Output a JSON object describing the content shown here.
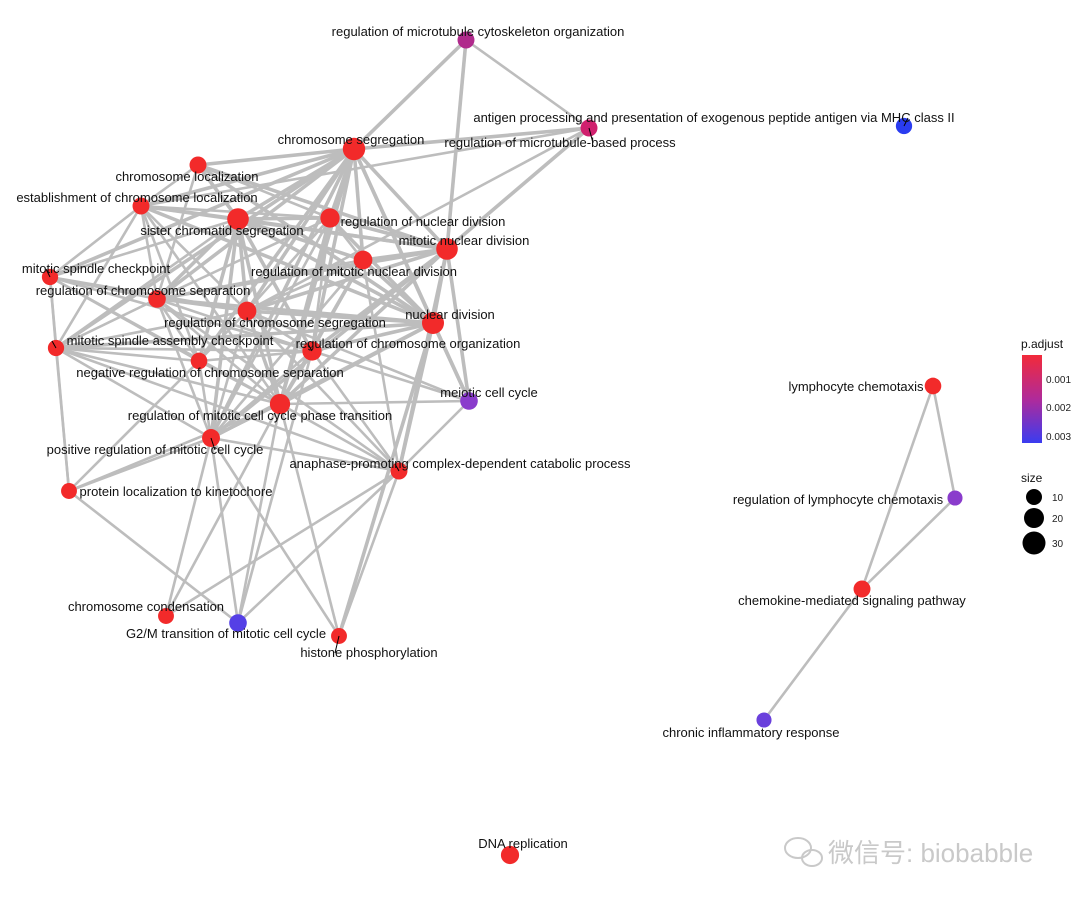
{
  "nodes": [
    {
      "name": "regulation of microtubule cytoskeleton organization",
      "color": "#b02a8c",
      "size": 12
    },
    {
      "name": "regulation of microtubule-based process",
      "color": "#d0206e",
      "size": 12
    },
    {
      "name": "antigen processing and presentation of exogenous peptide antigen via MHC class II",
      "color": "#2a3cf0",
      "size": 10
    },
    {
      "name": "chromosome segregation",
      "color": "#f22a2a",
      "size": 34
    },
    {
      "name": "chromosome localization",
      "color": "#f22a2a",
      "size": 12
    },
    {
      "name": "establishment of chromosome localization",
      "color": "#f22a2a",
      "size": 12
    },
    {
      "name": "sister chromatid segregation",
      "color": "#f22a2a",
      "size": 30
    },
    {
      "name": "regulation of nuclear division",
      "color": "#f22a2a",
      "size": 20
    },
    {
      "name": "mitotic nuclear division",
      "color": "#f22a2a",
      "size": 30
    },
    {
      "name": "regulation of mitotic nuclear division",
      "color": "#f22a2a",
      "size": 18
    },
    {
      "name": "mitotic spindle checkpoint",
      "color": "#f22a2a",
      "size": 10
    },
    {
      "name": "regulation of chromosome separation",
      "color": "#f22a2a",
      "size": 14
    },
    {
      "name": "regulation of chromosome segregation",
      "color": "#f22a2a",
      "size": 18
    },
    {
      "name": "nuclear division",
      "color": "#f22a2a",
      "size": 32
    },
    {
      "name": "mitotic spindle assembly checkpoint",
      "color": "#f22a2a",
      "size": 10
    },
    {
      "name": "negative regulation of chromosome separation",
      "color": "#f22a2a",
      "size": 11
    },
    {
      "name": "regulation of chromosome organization",
      "color": "#f22a2a",
      "size": 20
    },
    {
      "name": "meiotic cell cycle",
      "color": "#8a3ccc",
      "size": 14
    },
    {
      "name": "regulation of mitotic cell cycle phase transition",
      "color": "#f22a2a",
      "size": 24
    },
    {
      "name": "positive regulation of mitotic cell cycle",
      "color": "#f22a2a",
      "size": 15
    },
    {
      "name": "anaphase-promoting complex-dependent catabolic process",
      "color": "#f22a2a",
      "size": 12
    },
    {
      "name": "protein localization to kinetochore",
      "color": "#f22a2a",
      "size": 9
    },
    {
      "name": "chromosome condensation",
      "color": "#f22a2a",
      "size": 9
    },
    {
      "name": "G2/M transition of mitotic cell cycle",
      "color": "#5540e6",
      "size": 14
    },
    {
      "name": "histone phosphorylation",
      "color": "#f22a2a",
      "size": 9
    },
    {
      "name": "lymphocyte chemotaxis",
      "color": "#f22a2a",
      "size": 11
    },
    {
      "name": "regulation of lymphocyte chemotaxis",
      "color": "#8a3ccc",
      "size": 7
    },
    {
      "name": "chemokine-mediated signaling pathway",
      "color": "#f22a2a",
      "size": 12
    },
    {
      "name": "chronic inflammatory response",
      "color": "#6a40dc",
      "size": 7
    },
    {
      "name": "DNA replication",
      "color": "#f22a2a",
      "size": 16
    }
  ],
  "edges": [
    [
      0,
      3
    ],
    [
      0,
      1
    ],
    [
      0,
      8
    ],
    [
      1,
      3
    ],
    [
      1,
      5
    ],
    [
      1,
      8
    ],
    [
      1,
      12
    ],
    [
      3,
      4
    ],
    [
      3,
      5
    ],
    [
      3,
      6
    ],
    [
      3,
      7
    ],
    [
      3,
      8
    ],
    [
      3,
      9
    ],
    [
      3,
      10
    ],
    [
      3,
      11
    ],
    [
      3,
      12
    ],
    [
      3,
      13
    ],
    [
      3,
      14
    ],
    [
      3,
      15
    ],
    [
      3,
      16
    ],
    [
      3,
      17
    ],
    [
      3,
      18
    ],
    [
      3,
      19
    ],
    [
      4,
      5
    ],
    [
      4,
      6
    ],
    [
      4,
      7
    ],
    [
      4,
      8
    ],
    [
      4,
      11
    ],
    [
      4,
      13
    ],
    [
      5,
      6
    ],
    [
      5,
      7
    ],
    [
      5,
      8
    ],
    [
      5,
      10
    ],
    [
      5,
      11
    ],
    [
      5,
      12
    ],
    [
      5,
      13
    ],
    [
      5,
      14
    ],
    [
      5,
      15
    ],
    [
      5,
      18
    ],
    [
      6,
      7
    ],
    [
      6,
      8
    ],
    [
      6,
      9
    ],
    [
      6,
      10
    ],
    [
      6,
      11
    ],
    [
      6,
      12
    ],
    [
      6,
      13
    ],
    [
      6,
      14
    ],
    [
      6,
      15
    ],
    [
      6,
      16
    ],
    [
      6,
      18
    ],
    [
      6,
      19
    ],
    [
      7,
      8
    ],
    [
      7,
      9
    ],
    [
      7,
      11
    ],
    [
      7,
      12
    ],
    [
      7,
      13
    ],
    [
      7,
      16
    ],
    [
      7,
      18
    ],
    [
      7,
      19
    ],
    [
      8,
      9
    ],
    [
      8,
      11
    ],
    [
      8,
      12
    ],
    [
      8,
      13
    ],
    [
      8,
      16
    ],
    [
      8,
      17
    ],
    [
      8,
      18
    ],
    [
      8,
      19
    ],
    [
      8,
      20
    ],
    [
      9,
      11
    ],
    [
      9,
      12
    ],
    [
      9,
      13
    ],
    [
      9,
      16
    ],
    [
      9,
      18
    ],
    [
      9,
      19
    ],
    [
      9,
      20
    ],
    [
      10,
      11
    ],
    [
      10,
      12
    ],
    [
      10,
      14
    ],
    [
      10,
      15
    ],
    [
      10,
      16
    ],
    [
      10,
      18
    ],
    [
      10,
      21
    ],
    [
      11,
      12
    ],
    [
      11,
      13
    ],
    [
      11,
      14
    ],
    [
      11,
      15
    ],
    [
      11,
      16
    ],
    [
      11,
      18
    ],
    [
      11,
      19
    ],
    [
      11,
      20
    ],
    [
      12,
      13
    ],
    [
      12,
      14
    ],
    [
      12,
      15
    ],
    [
      12,
      16
    ],
    [
      12,
      17
    ],
    [
      12,
      18
    ],
    [
      12,
      19
    ],
    [
      12,
      20
    ],
    [
      13,
      14
    ],
    [
      13,
      16
    ],
    [
      13,
      17
    ],
    [
      13,
      18
    ],
    [
      13,
      19
    ],
    [
      13,
      20
    ],
    [
      13,
      24
    ],
    [
      14,
      15
    ],
    [
      14,
      16
    ],
    [
      14,
      18
    ],
    [
      14,
      19
    ],
    [
      14,
      20
    ],
    [
      14,
      21
    ],
    [
      15,
      16
    ],
    [
      15,
      18
    ],
    [
      15,
      19
    ],
    [
      15,
      21
    ],
    [
      16,
      17
    ],
    [
      16,
      18
    ],
    [
      16,
      19
    ],
    [
      16,
      20
    ],
    [
      16,
      23
    ],
    [
      17,
      18
    ],
    [
      17,
      20
    ],
    [
      18,
      19
    ],
    [
      18,
      20
    ],
    [
      18,
      21
    ],
    [
      18,
      22
    ],
    [
      18,
      23
    ],
    [
      18,
      24
    ],
    [
      19,
      20
    ],
    [
      19,
      21
    ],
    [
      19,
      22
    ],
    [
      19,
      23
    ],
    [
      19,
      24
    ],
    [
      20,
      22
    ],
    [
      20,
      23
    ],
    [
      20,
      24
    ],
    [
      21,
      23
    ],
    [
      25,
      26
    ],
    [
      25,
      27
    ],
    [
      26,
      27
    ],
    [
      27,
      28
    ]
  ],
  "legend": {
    "color_title": "p.adjust",
    "color_ticks": [
      "0.001",
      "0.002",
      "0.003"
    ],
    "color_high": "#f22a3a",
    "color_low": "#3a3cf0",
    "size_title": "size",
    "size_ticks": [
      "10",
      "20",
      "30"
    ]
  },
  "watermark": "微信号: biobabble"
}
